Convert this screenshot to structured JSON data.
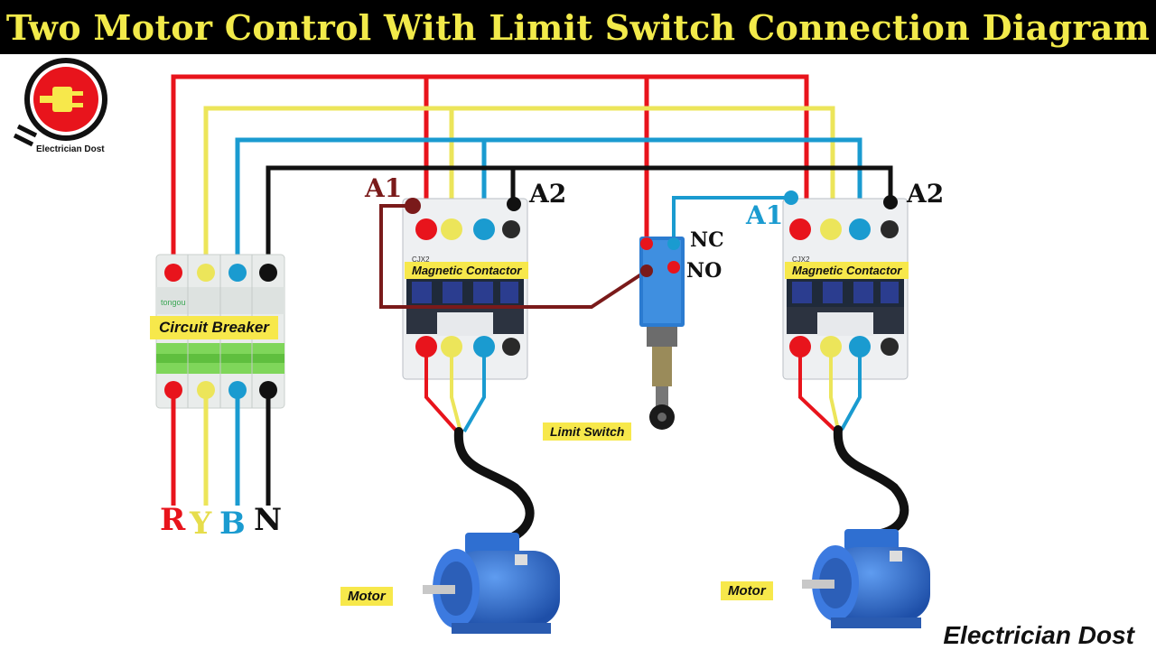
{
  "title": "Two Motor Control With Limit Switch Connection Diagram",
  "logo": {
    "text": "Electrician Dost"
  },
  "watermark": "Electrician Dost",
  "colors": {
    "R": "#e8141c",
    "Y": "#ece55a",
    "B": "#1a9bd0",
    "N": "#111111",
    "control": "#7a1a1a",
    "label_bg": "#f7e84b",
    "motor": "#2f6fd1"
  },
  "breaker": {
    "label": "Circuit Breaker",
    "brand": "tongou"
  },
  "phases": [
    "R",
    "Y",
    "B",
    "N"
  ],
  "contactor_left": {
    "label": "Magnetic Contactor",
    "model": "CJX2",
    "coil_a1": "A1",
    "coil_a2": "A2"
  },
  "contactor_right": {
    "label": "Magnetic Contactor",
    "model": "CJX2",
    "coil_a1": "A1",
    "coil_a2": "A2"
  },
  "limit_switch": {
    "label": "Limit Switch",
    "nc": "NC",
    "no": "NO"
  },
  "motors": [
    {
      "label": "Motor"
    },
    {
      "label": "Motor"
    }
  ]
}
